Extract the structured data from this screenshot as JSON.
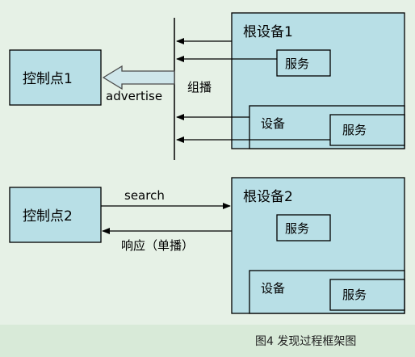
{
  "diagram": {
    "control_point_1": "控制点1",
    "control_point_2": "控制点2",
    "root_device_1": "根设备1",
    "root_device_2": "根设备2",
    "device": "设备",
    "service": "服务",
    "advertise_label": "advertise",
    "multicast_label": "组播",
    "search_label": "search",
    "response_label": "响应（单播）"
  },
  "caption": "图4 发现过程框架图"
}
